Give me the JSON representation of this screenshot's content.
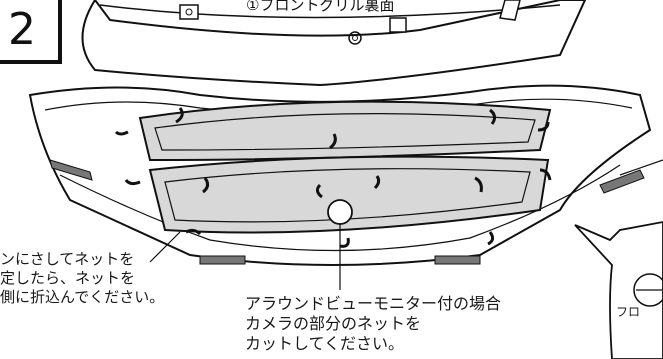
{
  "step": "2",
  "top_label": "①フロントグリル裏面",
  "note_left": [
    "ンにさしてネットを",
    "定したら、ネットを",
    "側に折込んでください。"
  ],
  "note_center": [
    "アラウンドビューモニター付の場合",
    "カメラの部分のネットを",
    "カットしてください。"
  ],
  "note_right": "フロ"
}
